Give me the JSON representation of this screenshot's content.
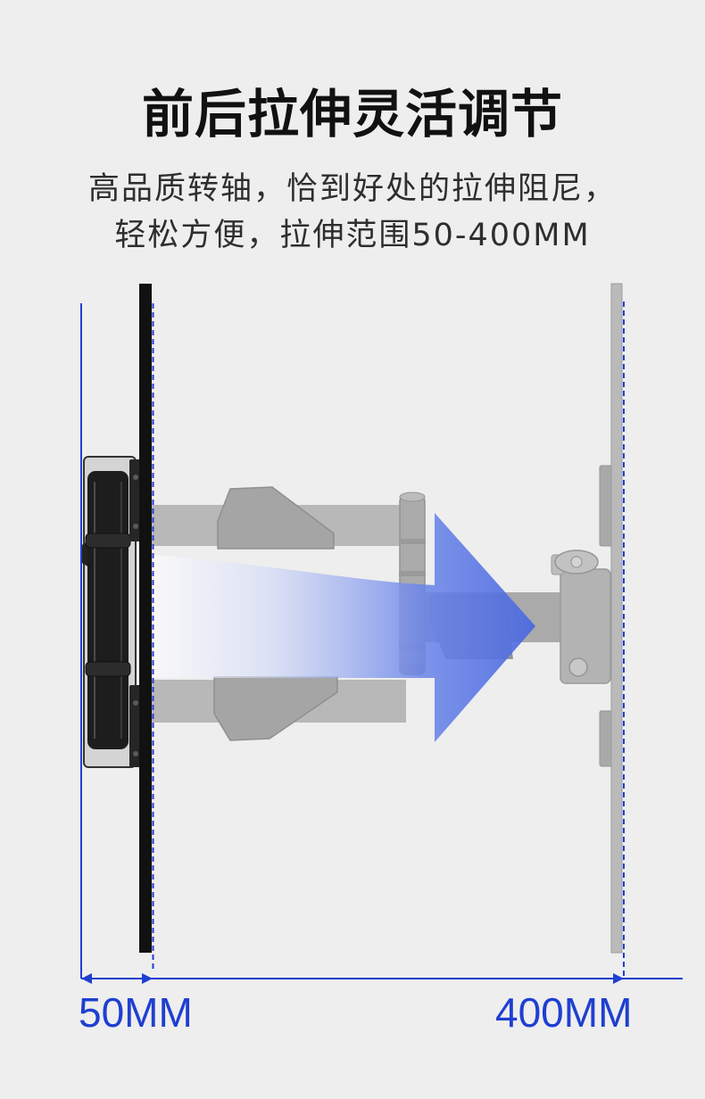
{
  "title": "前后拉伸灵活调节",
  "subtitle": [
    "高品质转轴，恰到好处的拉伸阻尼，",
    "轻松方便，拉伸范围50-400MM"
  ],
  "dimensions": {
    "min_label": "50MM",
    "max_label": "400MM"
  },
  "colors": {
    "background": "#eeeeee",
    "accent": "#1f3fd1",
    "title_text": "#111111",
    "body_text": "#2e2e2e"
  }
}
